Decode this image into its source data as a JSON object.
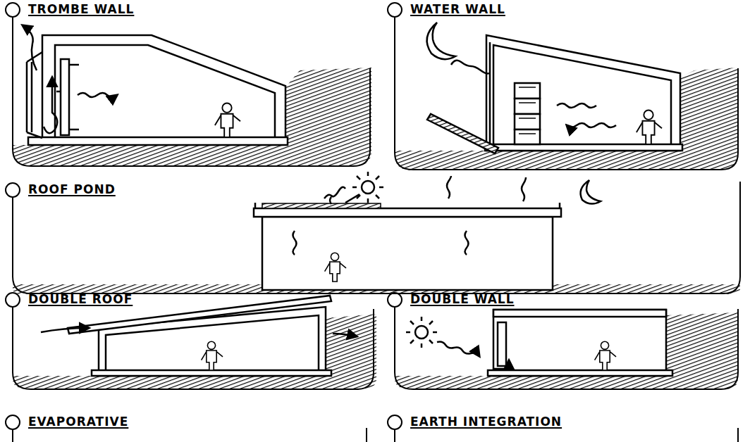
{
  "diagram": {
    "nodes": [
      {
        "text": [
          "TROMBE WALL"
        ]
      },
      {
        "text": [
          "WATER WALL"
        ]
      },
      {
        "text": [
          "ROOF POND"
        ]
      },
      {
        "text": [
          "DOUBLE ROOF"
        ]
      },
      {
        "text": [
          "DOUBLE WALL"
        ]
      },
      {
        "text": [
          "EVAPORATIVE"
        ]
      },
      {
        "text": [
          "EARTH INTEGRATION"
        ]
      }
    ]
  }
}
